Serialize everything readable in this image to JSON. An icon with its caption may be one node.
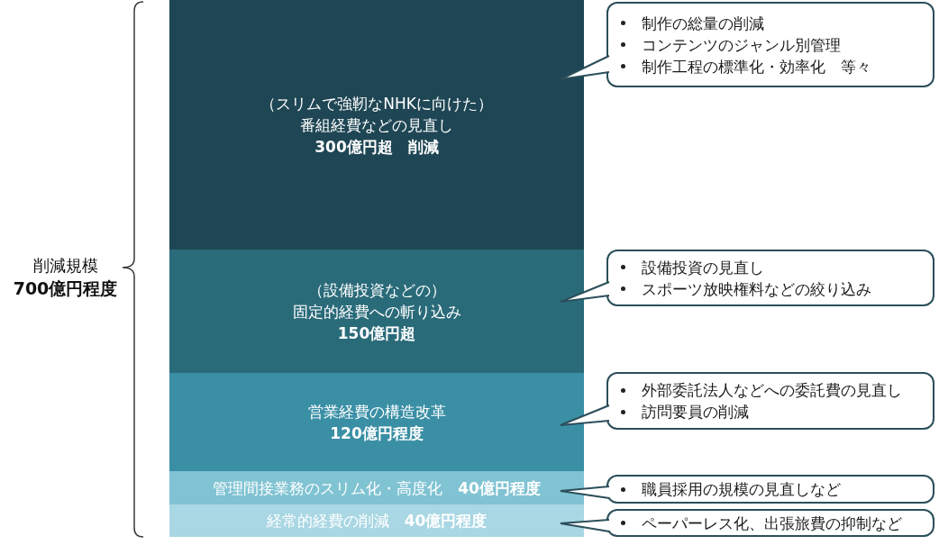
{
  "diagram": {
    "nodes": [
      {
        "text": [
          "（スリムで強靭なNHKに向けた）",
          "番組経費などの見直し",
          "**300億円超**　削減"
        ]
      },
      {
        "text": [
          "（設備投資などの）",
          "固定的経費への斬り込み",
          "150億円超"
        ]
      },
      {
        "text": [
          "営業経費の構造改革",
          "120億円程度"
        ]
      },
      {
        "text": [
          "管理間接業務のスリム化・高度化　**40億円程度**"
        ]
      },
      {
        "text": [
          "経常的経費の削減　**40億円程度**"
        ]
      },
      {
        "text": [
          "制作の総量の削減",
          "コンテンツのジャンル別管理",
          "制作工程の標準化・効率化　等々"
        ]
      },
      {
        "text": [
          "設備投資の見直し",
          "スポーツ放映権料などの絞り込み"
        ]
      },
      {
        "text": [
          "外部委託法人などへの委託費の見直し",
          "訪問要員の削減"
        ]
      },
      {
        "text": [
          "職員採用の規模の見直しなど"
        ]
      },
      {
        "text": [
          "ペーパーレス化、出張旅費の抑制など"
        ]
      }
    ],
    "edges": [
      {
        "from": 5,
        "to": 0,
        "arrow": "none"
      },
      {
        "from": 6,
        "to": 1,
        "arrow": "none"
      },
      {
        "from": 7,
        "to": 2,
        "arrow": "none"
      },
      {
        "from": 8,
        "to": 3,
        "arrow": "none"
      },
      {
        "from": 9,
        "to": 4,
        "arrow": "none"
      }
    ],
    "labels": [
      "削減規模",
      "700億円程度"
    ]
  }
}
